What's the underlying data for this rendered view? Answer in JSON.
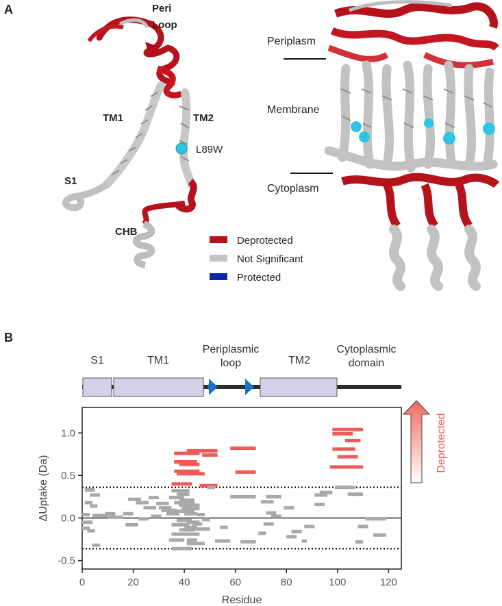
{
  "panel_a": {
    "letter": "A",
    "left_structure": {
      "peri_label_line1": "Peri",
      "peri_label_line2": "Loop",
      "tm1_label": "TM1",
      "tm2_label": "TM2",
      "mutation_label": "L89W",
      "s1_label": "S1",
      "chb_label": "CHB"
    },
    "right_structure": {
      "periplasm_label": "Periplasm",
      "membrane_label": "Membrane",
      "cytoplasm_label": "Cytoplasm"
    },
    "legend": [
      {
        "label": "Deprotected",
        "color": "#b5121b"
      },
      {
        "label": "Not Significant",
        "color": "#c4c4c4"
      },
      {
        "label": "Protected",
        "color": "#0a2aa8"
      }
    ]
  },
  "panel_b": {
    "letter": "B",
    "domain_map": {
      "labels": {
        "s1": "S1",
        "tm1": "TM1",
        "periplasmic_loop_line1": "Periplasmic",
        "periplasmic_loop_line2": "loop",
        "tm2": "TM2",
        "cyto_line1": "Cytoplasmic",
        "cyto_line2": "domain"
      },
      "box_color": "#d4d0e8",
      "arrow_color": "#1a73c9"
    },
    "arrow_label": "Deprotected",
    "colors": {
      "deprotected": "#ef5a57",
      "not_significant": "#a8a8a8",
      "arrow_top": "#ef6b5c"
    }
  },
  "chart_data": {
    "type": "bar",
    "xlabel": "Residue",
    "ylabel": "ΔUptake (Da)",
    "xlim": [
      0,
      125
    ],
    "ylim": [
      -0.6,
      1.3
    ],
    "xticks": [
      0,
      20,
      40,
      60,
      80,
      100,
      120
    ],
    "yticks": [
      -0.5,
      0.0,
      0.5,
      1.0
    ],
    "ytick_labels": [
      "-0.5",
      "0.0",
      "0.5",
      "1.0"
    ],
    "significance_threshold": [
      0.36,
      -0.36
    ],
    "zero_line": 0.0,
    "series": [
      {
        "name": "Deprotected",
        "segments": [
          {
            "start": 36,
            "end": 46,
            "value": 0.76
          },
          {
            "start": 41,
            "end": 53,
            "value": 0.79
          },
          {
            "start": 47,
            "end": 53,
            "value": 0.74
          },
          {
            "start": 36,
            "end": 45,
            "value": 0.66
          },
          {
            "start": 38,
            "end": 46,
            "value": 0.63
          },
          {
            "start": 36,
            "end": 46,
            "value": 0.55
          },
          {
            "start": 37,
            "end": 48,
            "value": 0.52
          },
          {
            "start": 35,
            "end": 43,
            "value": 0.4
          },
          {
            "start": 46,
            "end": 53,
            "value": 0.38
          },
          {
            "start": 58,
            "end": 68,
            "value": 0.82
          },
          {
            "start": 60,
            "end": 68,
            "value": 0.54
          },
          {
            "start": 98,
            "end": 110,
            "value": 1.04
          },
          {
            "start": 98,
            "end": 106,
            "value": 0.99
          },
          {
            "start": 103,
            "end": 109,
            "value": 0.91
          },
          {
            "start": 98,
            "end": 107,
            "value": 0.81
          },
          {
            "start": 100,
            "end": 108,
            "value": 0.72
          },
          {
            "start": 97,
            "end": 110,
            "value": 0.6
          }
        ]
      },
      {
        "name": "Not Significant",
        "segments": [
          {
            "start": 1,
            "end": 5,
            "value": 0.33
          },
          {
            "start": 3,
            "end": 7,
            "value": 0.27
          },
          {
            "start": 1,
            "end": 4,
            "value": 0.18
          },
          {
            "start": 3,
            "end": 6,
            "value": 0.14
          },
          {
            "start": 0,
            "end": 3,
            "value": 0.04
          },
          {
            "start": 4,
            "end": 10,
            "value": 0.03
          },
          {
            "start": 10,
            "end": 16,
            "value": 0.01
          },
          {
            "start": 0,
            "end": 4,
            "value": -0.05
          },
          {
            "start": 0,
            "end": 3,
            "value": -0.12
          },
          {
            "start": 2,
            "end": 5,
            "value": -0.15
          },
          {
            "start": 4,
            "end": 7,
            "value": -0.32
          },
          {
            "start": 9,
            "end": 13,
            "value": 0.05
          },
          {
            "start": 18,
            "end": 23,
            "value": 0.22
          },
          {
            "start": 21,
            "end": 26,
            "value": 0.18
          },
          {
            "start": 16,
            "end": 20,
            "value": 0.05
          },
          {
            "start": 22,
            "end": 26,
            "value": -0.01
          },
          {
            "start": 17,
            "end": 22,
            "value": -0.08
          },
          {
            "start": 26,
            "end": 30,
            "value": 0.24
          },
          {
            "start": 24,
            "end": 29,
            "value": 0.12
          },
          {
            "start": 27,
            "end": 31,
            "value": 0.02
          },
          {
            "start": 29,
            "end": 34,
            "value": 0.17
          },
          {
            "start": 30,
            "end": 35,
            "value": 0.12
          },
          {
            "start": 31,
            "end": 37,
            "value": 0.09
          },
          {
            "start": 33,
            "end": 38,
            "value": 0.05
          },
          {
            "start": 35,
            "end": 42,
            "value": 0.32
          },
          {
            "start": 37,
            "end": 42,
            "value": 0.28
          },
          {
            "start": 34,
            "end": 40,
            "value": 0.24
          },
          {
            "start": 38,
            "end": 44,
            "value": 0.21
          },
          {
            "start": 36,
            "end": 44,
            "value": 0.18
          },
          {
            "start": 38,
            "end": 46,
            "value": 0.15
          },
          {
            "start": 39,
            "end": 46,
            "value": 0.11
          },
          {
            "start": 36,
            "end": 44,
            "value": 0.08
          },
          {
            "start": 40,
            "end": 45,
            "value": 0.05
          },
          {
            "start": 37,
            "end": 43,
            "value": -0.03
          },
          {
            "start": 41,
            "end": 46,
            "value": -0.05
          },
          {
            "start": 35,
            "end": 42,
            "value": -0.08
          },
          {
            "start": 40,
            "end": 45,
            "value": -0.11
          },
          {
            "start": 38,
            "end": 44,
            "value": -0.14
          },
          {
            "start": 35,
            "end": 41,
            "value": -0.19
          },
          {
            "start": 40,
            "end": 46,
            "value": -0.19
          },
          {
            "start": 34,
            "end": 40,
            "value": -0.26
          },
          {
            "start": 41,
            "end": 45,
            "value": -0.26
          },
          {
            "start": 41,
            "end": 48,
            "value": -0.3
          },
          {
            "start": 35,
            "end": 43,
            "value": -0.36
          },
          {
            "start": 45,
            "end": 48,
            "value": 0.04
          },
          {
            "start": 43,
            "end": 47,
            "value": -0.07
          },
          {
            "start": 44,
            "end": 50,
            "value": -0.13
          },
          {
            "start": 47,
            "end": 50,
            "value": -0.02
          },
          {
            "start": 49,
            "end": 52,
            "value": 0.36
          },
          {
            "start": 54,
            "end": 57,
            "value": -0.11
          },
          {
            "start": 52,
            "end": 58,
            "value": -0.27
          },
          {
            "start": 58,
            "end": 68,
            "value": 0.25
          },
          {
            "start": 62,
            "end": 68,
            "value": -0.28
          },
          {
            "start": 72,
            "end": 78,
            "value": 0.25
          },
          {
            "start": 70,
            "end": 75,
            "value": 0.19
          },
          {
            "start": 72,
            "end": 76,
            "value": 0.06
          },
          {
            "start": 74,
            "end": 78,
            "value": 0.02
          },
          {
            "start": 71,
            "end": 75,
            "value": -0.07
          },
          {
            "start": 69,
            "end": 72,
            "value": -0.18
          },
          {
            "start": 80,
            "end": 84,
            "value": -0.22
          },
          {
            "start": 82,
            "end": 86,
            "value": -0.16
          },
          {
            "start": 86,
            "end": 88,
            "value": -0.27
          },
          {
            "start": 79,
            "end": 83,
            "value": 0.12
          },
          {
            "start": 87,
            "end": 91,
            "value": -0.1
          },
          {
            "start": 93,
            "end": 98,
            "value": 0.3
          },
          {
            "start": 91,
            "end": 96,
            "value": 0.27
          },
          {
            "start": 91,
            "end": 95,
            "value": 0.16
          },
          {
            "start": 99,
            "end": 107,
            "value": 0.36
          },
          {
            "start": 104,
            "end": 110,
            "value": 0.28
          },
          {
            "start": 111,
            "end": 119,
            "value": -0.01
          },
          {
            "start": 108,
            "end": 112,
            "value": -0.1
          },
          {
            "start": 114,
            "end": 119,
            "value": -0.2
          },
          {
            "start": 107,
            "end": 110,
            "value": -0.28
          }
        ]
      }
    ]
  }
}
